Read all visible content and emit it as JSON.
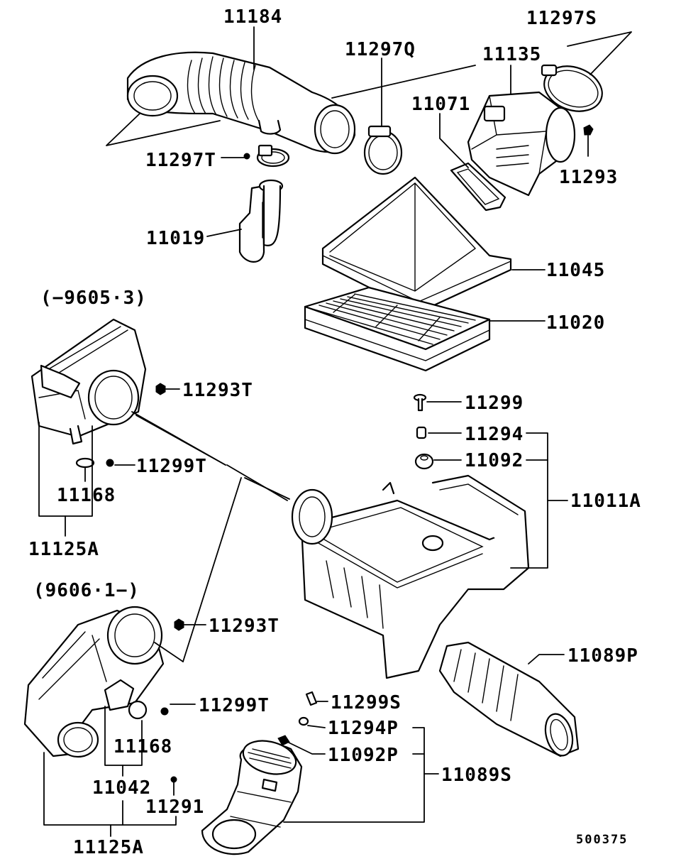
{
  "labels": {
    "p11184": "11184",
    "p11297S": "11297S",
    "p11297Q": "11297Q",
    "p11135": "11135",
    "p11071": "11071",
    "p11297T": "11297T",
    "p11293": "11293",
    "p11019": "11019",
    "p11045": "11045",
    "p11020": "11020",
    "variant_a": "(−9605·3)",
    "p11293T_a": "11293T",
    "p11299": "11299",
    "p11294": "11294",
    "p11092": "11092",
    "p11299T_a": "11299T",
    "p11011A": "11011A",
    "p11168_a": "11168",
    "p11125A_a": "11125A",
    "variant_b": "(9606·1−)",
    "p11293T_b": "11293T",
    "p11089P": "11089P",
    "p11299T_b": "11299T",
    "p11299S": "11299S",
    "p11168_b": "11168",
    "p11294P": "11294P",
    "p11092P": "11092P",
    "p11089S": "11089S",
    "p11042": "11042",
    "p11291": "11291",
    "p11125A_b": "11125A"
  },
  "diagram_code": "500375"
}
